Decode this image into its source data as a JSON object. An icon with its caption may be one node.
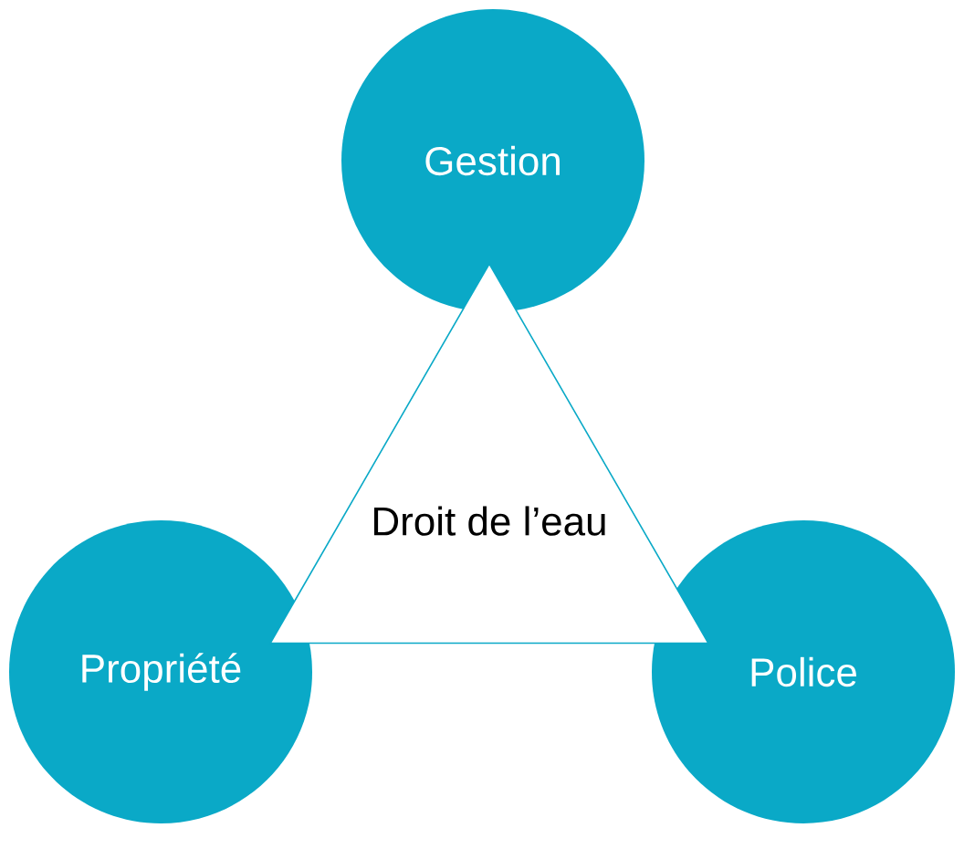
{
  "diagram": {
    "nodes": [
      {
        "text": [
          "Gestion"
        ]
      },
      {
        "text": [
          "Droit de l’eau"
        ]
      },
      {
        "text": [
          "Propriété"
        ]
      },
      {
        "text": [
          "Police"
        ]
      }
    ]
  }
}
